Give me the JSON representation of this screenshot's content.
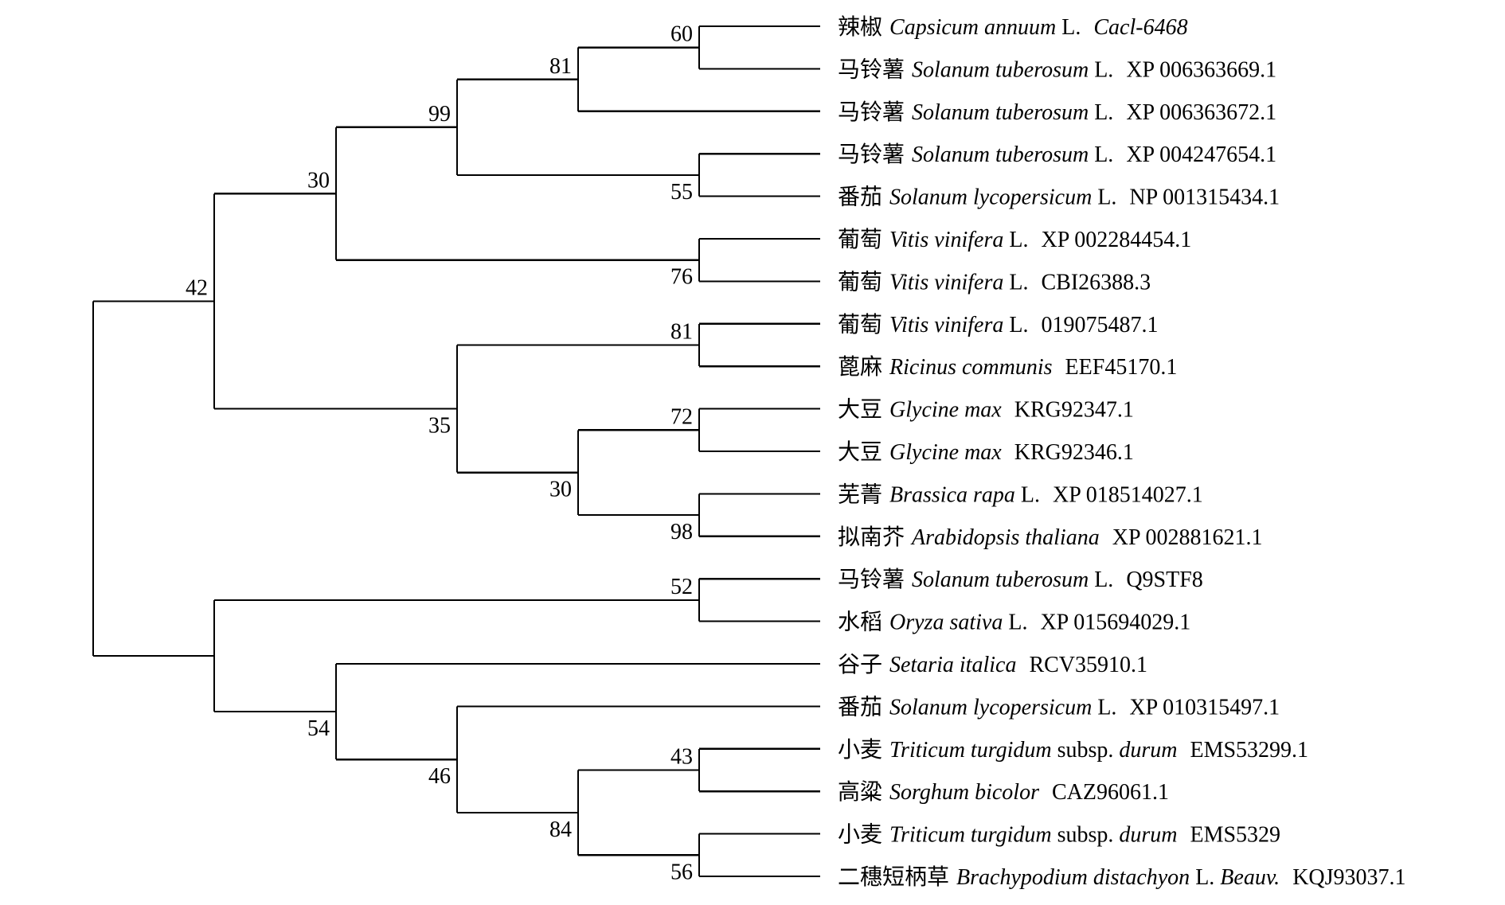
{
  "figure": {
    "type": "phylogenetic-tree",
    "layout": "rectangular-cladogram",
    "line_color": "#000000",
    "background": "#ffffff"
  },
  "leaves": [
    {
      "common": "辣椒",
      "species": "Capsicum annuum",
      "authority": "L.",
      "accession": "Cacl-6468",
      "accession_italic": true
    },
    {
      "common": "马铃薯",
      "species": "Solanum tuberosum",
      "authority": "L.",
      "accession": "XP 006363669.1"
    },
    {
      "common": "马铃薯",
      "species": "Solanum tuberosum",
      "authority": "L.",
      "accession": "XP 006363672.1"
    },
    {
      "common": "马铃薯",
      "species": "Solanum tuberosum",
      "authority": "L.",
      "accession": "XP 004247654.1"
    },
    {
      "common": "番茄",
      "species": "Solanum lycopersicum",
      "authority": "L.",
      "accession": "NP 001315434.1"
    },
    {
      "common": "葡萄",
      "species": "Vitis vinifera",
      "authority": "L.",
      "accession": "XP 002284454.1"
    },
    {
      "common": "葡萄",
      "species": "Vitis vinifera",
      "authority": "L.",
      "accession": "CBI26388.3"
    },
    {
      "common": "葡萄",
      "species": "Vitis vinifera",
      "authority": "L.",
      "accession": "019075487.1"
    },
    {
      "common": "蓖麻",
      "species": "Ricinus communis",
      "authority": "",
      "accession": "EEF45170.1"
    },
    {
      "common": "大豆",
      "species": "Glycine max",
      "authority": "",
      "accession": "KRG92347.1"
    },
    {
      "common": "大豆",
      "species": "Glycine max",
      "authority": "",
      "accession": "KRG92346.1"
    },
    {
      "common": "芜菁",
      "species": "Brassica rapa",
      "authority": "L.",
      "accession": "XP 018514027.1"
    },
    {
      "common": "拟南芥",
      "species": "Arabidopsis thaliana",
      "authority": "",
      "accession": "XP 002881621.1"
    },
    {
      "common": "马铃薯",
      "species": "Solanum tuberosum",
      "authority": "L.",
      "accession": "Q9STF8"
    },
    {
      "common": "水稻",
      "species": "Oryza sativa",
      "authority": "L.",
      "accession": "XP 015694029.1"
    },
    {
      "common": "谷子",
      "species": "Setaria italica",
      "authority": "",
      "accession": "RCV35910.1"
    },
    {
      "common": "番茄",
      "species": "Solanum lycopersicum",
      "authority": "L.",
      "accession": "XP 010315497.1"
    },
    {
      "common": "小麦",
      "species": "Triticum turgidum",
      "authority": "subsp.",
      "infra": "durum",
      "accession": "EMS53299.1"
    },
    {
      "common": "高粱",
      "species": "Sorghum bicolor",
      "authority": "",
      "accession": "CAZ96061.1"
    },
    {
      "common": "小麦",
      "species": "Triticum turgidum",
      "authority": "subsp.",
      "infra": "durum",
      "accession": "EMS5329"
    },
    {
      "common": "二穗短柄草",
      "species": "Brachypodium distachyon",
      "authority": "L.",
      "infra": "Beauv.",
      "accession": "KQJ93037.1"
    }
  ],
  "tree": {
    "id": "root",
    "depth": 0,
    "children": [
      {
        "id": "n42",
        "bootstrap": "42",
        "label_pos": "above",
        "depth": 1,
        "children": [
          {
            "id": "n30a",
            "bootstrap": "30",
            "label_pos": "above",
            "depth": 2,
            "children": [
              {
                "id": "n99",
                "bootstrap": "99",
                "label_pos": "above",
                "depth": 3,
                "children": [
                  {
                    "id": "n81a",
                    "bootstrap": "81",
                    "label_pos": "above",
                    "depth": 4,
                    "children": [
                      {
                        "id": "n60",
                        "bootstrap": "60",
                        "label_pos": "above",
                        "depth": 5,
                        "children": [
                          {
                            "leaf": 0
                          },
                          {
                            "leaf": 1
                          }
                        ]
                      },
                      {
                        "leaf": 2
                      }
                    ]
                  },
                  {
                    "id": "n55",
                    "bootstrap": "55",
                    "label_pos": "below",
                    "depth": 5,
                    "children": [
                      {
                        "leaf": 3
                      },
                      {
                        "leaf": 4
                      }
                    ]
                  }
                ]
              },
              {
                "id": "n76",
                "bootstrap": "76",
                "label_pos": "below",
                "depth": 5,
                "children": [
                  {
                    "leaf": 5
                  },
                  {
                    "leaf": 6
                  }
                ]
              }
            ]
          },
          {
            "id": "n35",
            "bootstrap": "35",
            "label_pos": "below",
            "depth": 3,
            "children": [
              {
                "id": "n81b",
                "bootstrap": "81",
                "label_pos": "above",
                "depth": 5,
                "children": [
                  {
                    "leaf": 7
                  },
                  {
                    "leaf": 8
                  }
                ]
              },
              {
                "id": "n30b",
                "bootstrap": "30",
                "label_pos": "below",
                "depth": 4,
                "children": [
                  {
                    "id": "n72",
                    "bootstrap": "72",
                    "label_pos": "above",
                    "depth": 5,
                    "children": [
                      {
                        "leaf": 9
                      },
                      {
                        "leaf": 10
                      }
                    ]
                  },
                  {
                    "id": "n98",
                    "bootstrap": "98",
                    "label_pos": "below",
                    "depth": 5,
                    "children": [
                      {
                        "leaf": 11
                      },
                      {
                        "leaf": 12
                      }
                    ]
                  }
                ]
              }
            ]
          }
        ]
      },
      {
        "id": "nB",
        "bootstrap": "",
        "depth": 1,
        "children": [
          {
            "id": "n52",
            "bootstrap": "52",
            "label_pos": "above",
            "depth": 5,
            "children": [
              {
                "leaf": 13
              },
              {
                "leaf": 14
              }
            ]
          },
          {
            "id": "n54",
            "bootstrap": "54",
            "label_pos": "below",
            "depth": 2,
            "children": [
              {
                "leaf": 15
              },
              {
                "id": "n46",
                "bootstrap": "46",
                "label_pos": "below",
                "depth": 3,
                "children": [
                  {
                    "leaf": 16
                  },
                  {
                    "id": "n84",
                    "bootstrap": "84",
                    "label_pos": "below",
                    "depth": 4,
                    "children": [
                      {
                        "id": "n43",
                        "bootstrap": "43",
                        "label_pos": "above",
                        "depth": 5,
                        "children": [
                          {
                            "leaf": 17
                          },
                          {
                            "leaf": 18
                          }
                        ]
                      },
                      {
                        "id": "n56",
                        "bootstrap": "56",
                        "label_pos": "below",
                        "depth": 5,
                        "children": [
                          {
                            "leaf": 19
                          },
                          {
                            "leaf": 20
                          }
                        ]
                      }
                    ]
                  }
                ]
              }
            ]
          }
        ]
      }
    ]
  }
}
